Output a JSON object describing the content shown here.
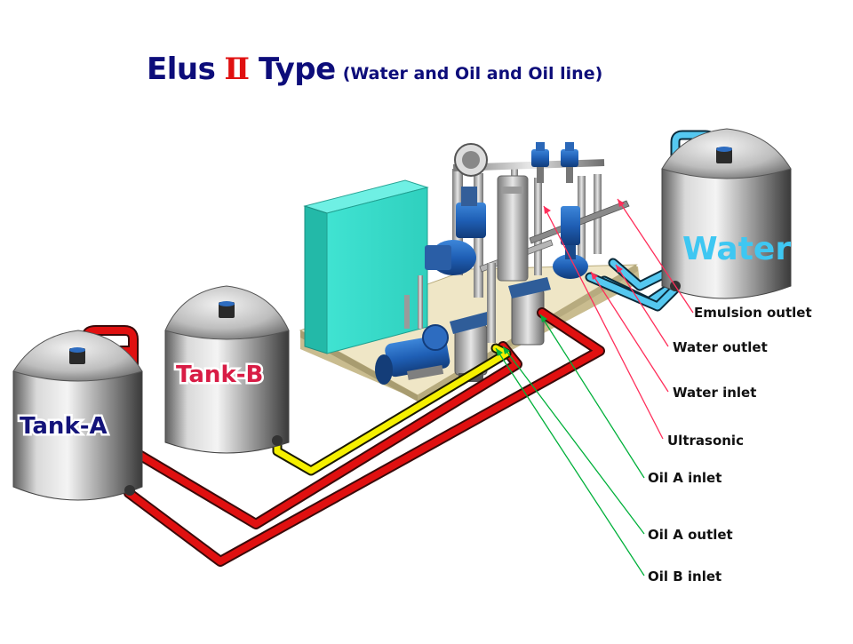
{
  "title": {
    "main_part1": "Elus",
    "numeral": "Ⅱ",
    "main_part2": "Type",
    "subtitle": "(Water and Oil and Oil line)"
  },
  "tanks": {
    "tank_a": "Tank-A",
    "tank_b": "Tank-B",
    "water": "Water"
  },
  "callouts": [
    "Emulsion outlet",
    "Water outlet",
    "Water inlet",
    "Ultrasonic",
    "Oil A inlet",
    "Oil A outlet",
    "Oil B inlet"
  ],
  "colors": {
    "title": "#0d0d7a",
    "numeral": "#e01010",
    "oil_line": "#e01010",
    "oil_b_line": "#f5f000",
    "water_line": "#55c8f0",
    "cabinet": "#3fe0cf",
    "pump": "#1f5fb5",
    "leader_red": "#ff2e5a",
    "leader_green": "#00b03a"
  }
}
